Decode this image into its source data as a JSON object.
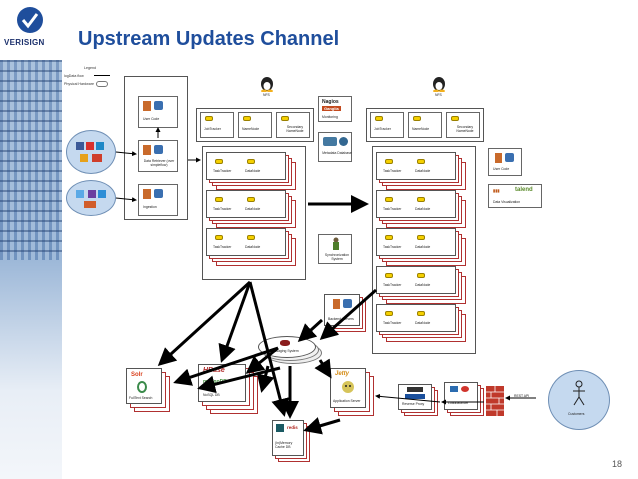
{
  "brand": {
    "name": "VERISIGN",
    "check_color": "#1f4e9c"
  },
  "slide": {
    "title": "Upstream Updates Channel",
    "number": "18"
  },
  "legend": {
    "title": "Legend",
    "flow": "logData flow",
    "physical": "Physical Hardware"
  },
  "ingest": {
    "user_code": "User Code",
    "data_retriever": "Data Retriever (over simpleflow)",
    "ingestion": "Ingestion"
  },
  "cluster_left": {
    "nfs": "NFS",
    "heads": [
      "JobTracker",
      "NameNode",
      "Secondary NameNode"
    ],
    "workers": [
      "TaskTracker",
      "DataNode"
    ]
  },
  "middle": {
    "nagios": "Nagios",
    "ganglia": "Ganglia",
    "monitoring": "Monitoring",
    "metadata": "Metadata Database",
    "sync": "Synchronization System",
    "backend": "Backend Servers",
    "messaging": "Messaging System"
  },
  "cluster_right": {
    "nfs": "NFS",
    "heads": [
      "JobTracker",
      "NameNode",
      "Secondary NameNode"
    ],
    "workers": [
      "TaskTracker",
      "DataNode"
    ],
    "user_code": "User Code",
    "viz_logo": "talend",
    "viz": "Data Visualization"
  },
  "serving": {
    "solr": "Solr",
    "fulltext": "FullText Search",
    "hbase": "HBase",
    "mongo": "mongoDB",
    "nosql": "NoSQL DB",
    "redis": "redis",
    "inmemory": "(In)Memory Cache DB",
    "jetty": "Jetty",
    "appserver": "Application Server",
    "proxy": "Reverse Proxy",
    "lb": "Loadbalancer",
    "rest": "REST API",
    "customers": "Customers"
  }
}
